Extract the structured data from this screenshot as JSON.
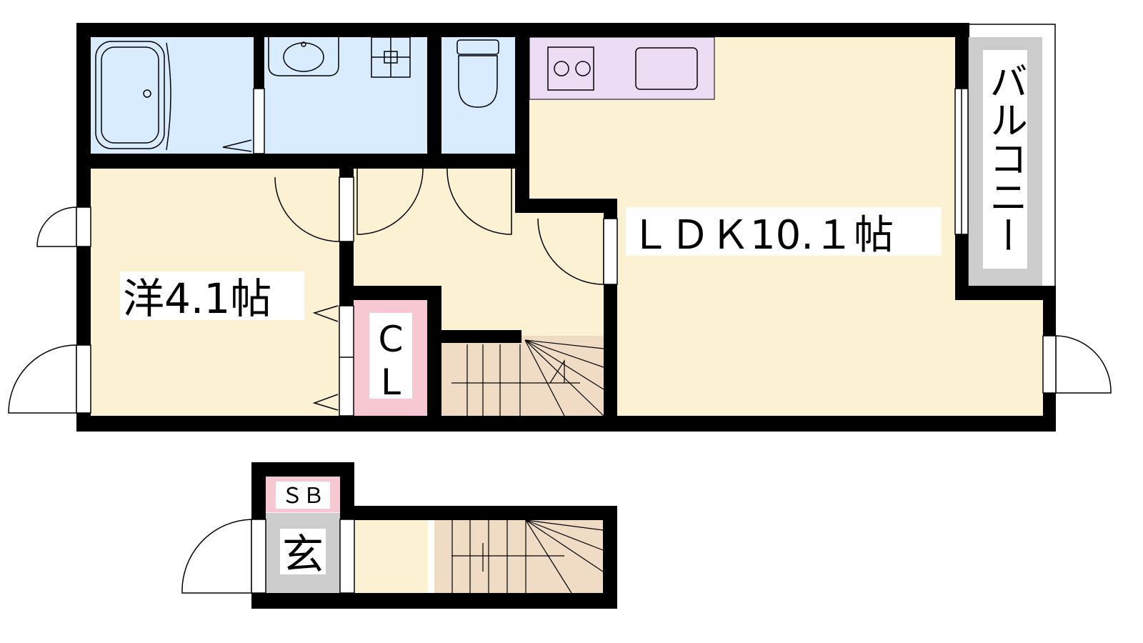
{
  "rooms": {
    "western_room": "洋4.1帖",
    "ldk": "ＬＤＫ10.１帖",
    "balcony": "バルコニー",
    "closet_line1": "C",
    "closet_line2": "L",
    "shoe_box": "ＳＢ",
    "entrance": "玄"
  },
  "colors": {
    "room_cream": "#FDF1D4",
    "wet_blue": "#D9EBFE",
    "kitchen_lilac": "#ECDDF5",
    "storage_pink": "#F8C8D2",
    "entrance_gray": "#CCCCCC",
    "stairs_tan": "#F0DCC4",
    "wall": "#000000"
  }
}
